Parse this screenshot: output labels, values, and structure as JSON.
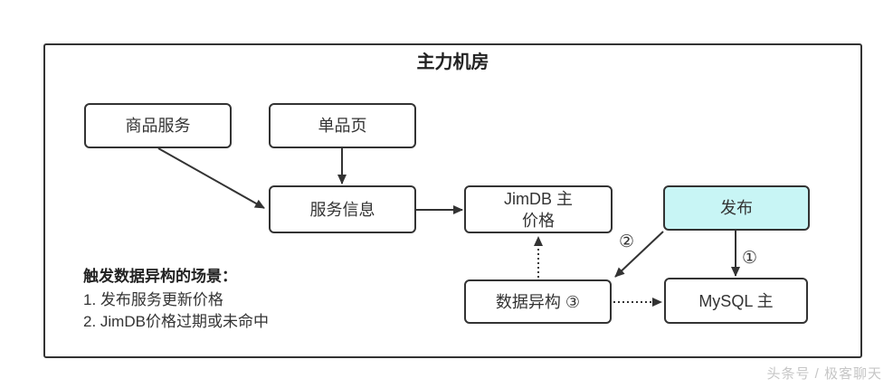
{
  "diagram": {
    "title": "主力机房",
    "nodes": {
      "product_service": {
        "label": "商品服务"
      },
      "single_item_page": {
        "label": "单品页"
      },
      "service_info": {
        "label": "服务信息"
      },
      "jimdb_master": {
        "label_line1": "JimDB 主",
        "label_line2": "价格"
      },
      "publish": {
        "label": "发布"
      },
      "data_heterogeneity": {
        "label": "数据异构 ③"
      },
      "mysql_master": {
        "label": "MySQL 主"
      }
    },
    "edge_labels": {
      "publish_to_mysql": "①",
      "publish_to_heterogeneity": "②"
    },
    "note": {
      "heading": "触发数据异构的场景：",
      "items": [
        "1. 发布服务更新价格",
        "2. JimDB价格过期或未命中"
      ]
    },
    "watermark": "头条号 / 极客聊天",
    "colors": {
      "line": "#333333",
      "publish_fill": "#c8f5f5",
      "watermark_text": "#c6c6c6"
    }
  }
}
